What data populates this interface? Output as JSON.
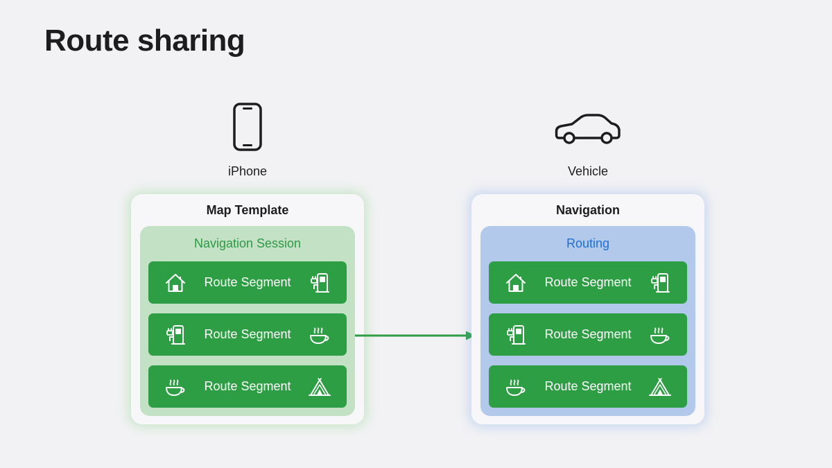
{
  "title": "Route sharing",
  "iphone": {
    "label": "iPhone",
    "panel_title": "Map Template",
    "inner_title": "Navigation Session",
    "segments": [
      {
        "label": "Route Segment",
        "left_icon": "house-icon",
        "right_icon": "ev-charger-icon"
      },
      {
        "label": "Route Segment",
        "left_icon": "ev-charger-icon",
        "right_icon": "coffee-cup-icon"
      },
      {
        "label": "Route Segment",
        "left_icon": "coffee-cup-icon",
        "right_icon": "tent-icon"
      }
    ]
  },
  "vehicle": {
    "label": "Vehicle",
    "panel_title": "Navigation",
    "inner_title": "Routing",
    "segments": [
      {
        "label": "Route Segment",
        "left_icon": "house-icon",
        "right_icon": "ev-charger-icon"
      },
      {
        "label": "Route Segment",
        "left_icon": "ev-charger-icon",
        "right_icon": "coffee-cup-icon"
      },
      {
        "label": "Route Segment",
        "left_icon": "coffee-cup-icon",
        "right_icon": "tent-icon"
      }
    ]
  },
  "colors": {
    "segment_green": "#2e9e44",
    "session_bg": "#c3e1c5",
    "routing_bg": "#b2c9ec",
    "session_text": "#2e9a44",
    "routing_text": "#1f6fd0",
    "arrow": "#2e9e44"
  }
}
